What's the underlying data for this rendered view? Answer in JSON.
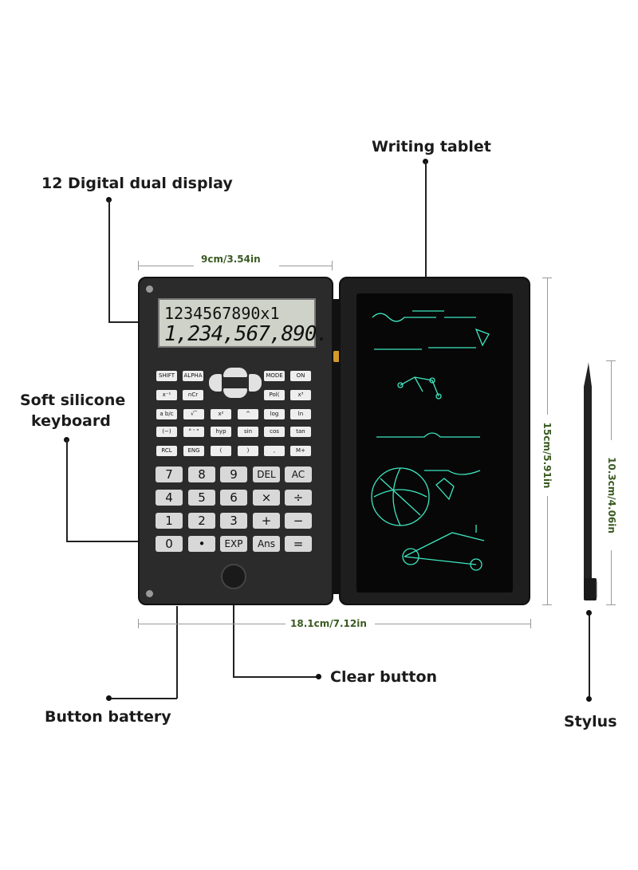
{
  "callouts": {
    "writing_tablet": "Writing tablet",
    "dual_display": "12 Digital dual display",
    "keyboard_line1": "Soft silicone",
    "keyboard_line2": "keyboard",
    "clear_button": "Clear button",
    "button_battery": "Button battery",
    "stylus": "Stylus"
  },
  "dimensions": {
    "calc_width": "9cm/3.54in",
    "total_width": "18.1cm/7.12in",
    "height": "15cm/5.91in",
    "stylus_length": "10.3cm/4.06in"
  },
  "display": {
    "line1": "1234567890x1",
    "line2": "1,234,567,890."
  },
  "keys": {
    "row1": [
      "SHIFT",
      "ALPHA",
      "MODE",
      "ON"
    ],
    "row2": [
      "x⁻¹",
      "nCr",
      "Pol(",
      "x³"
    ],
    "row3": [
      "a b/c",
      "√‾",
      "x²",
      "^",
      "log",
      "ln"
    ],
    "row4": [
      "(−)",
      "° ' \"",
      "hyp",
      "sin",
      "cos",
      "tan"
    ],
    "row5": [
      "RCL",
      "ENG",
      "(",
      ")",
      ",",
      "M+"
    ],
    "digits": {
      "r1": [
        "7",
        "8",
        "9",
        "DEL",
        "AC"
      ],
      "r2": [
        "4",
        "5",
        "6",
        "×",
        "÷"
      ],
      "r3": [
        "1",
        "2",
        "3",
        "+",
        "−"
      ],
      "r4": [
        "0",
        "•",
        "EXP",
        "Ans",
        "="
      ]
    }
  },
  "colors": {
    "callout_text": "#1b1b1b",
    "dimension_text": "#3a5a22",
    "device_body": "#2b2b2b",
    "lcd": "#cfd2c8",
    "tablet_ink": "#3ee6c0"
  }
}
